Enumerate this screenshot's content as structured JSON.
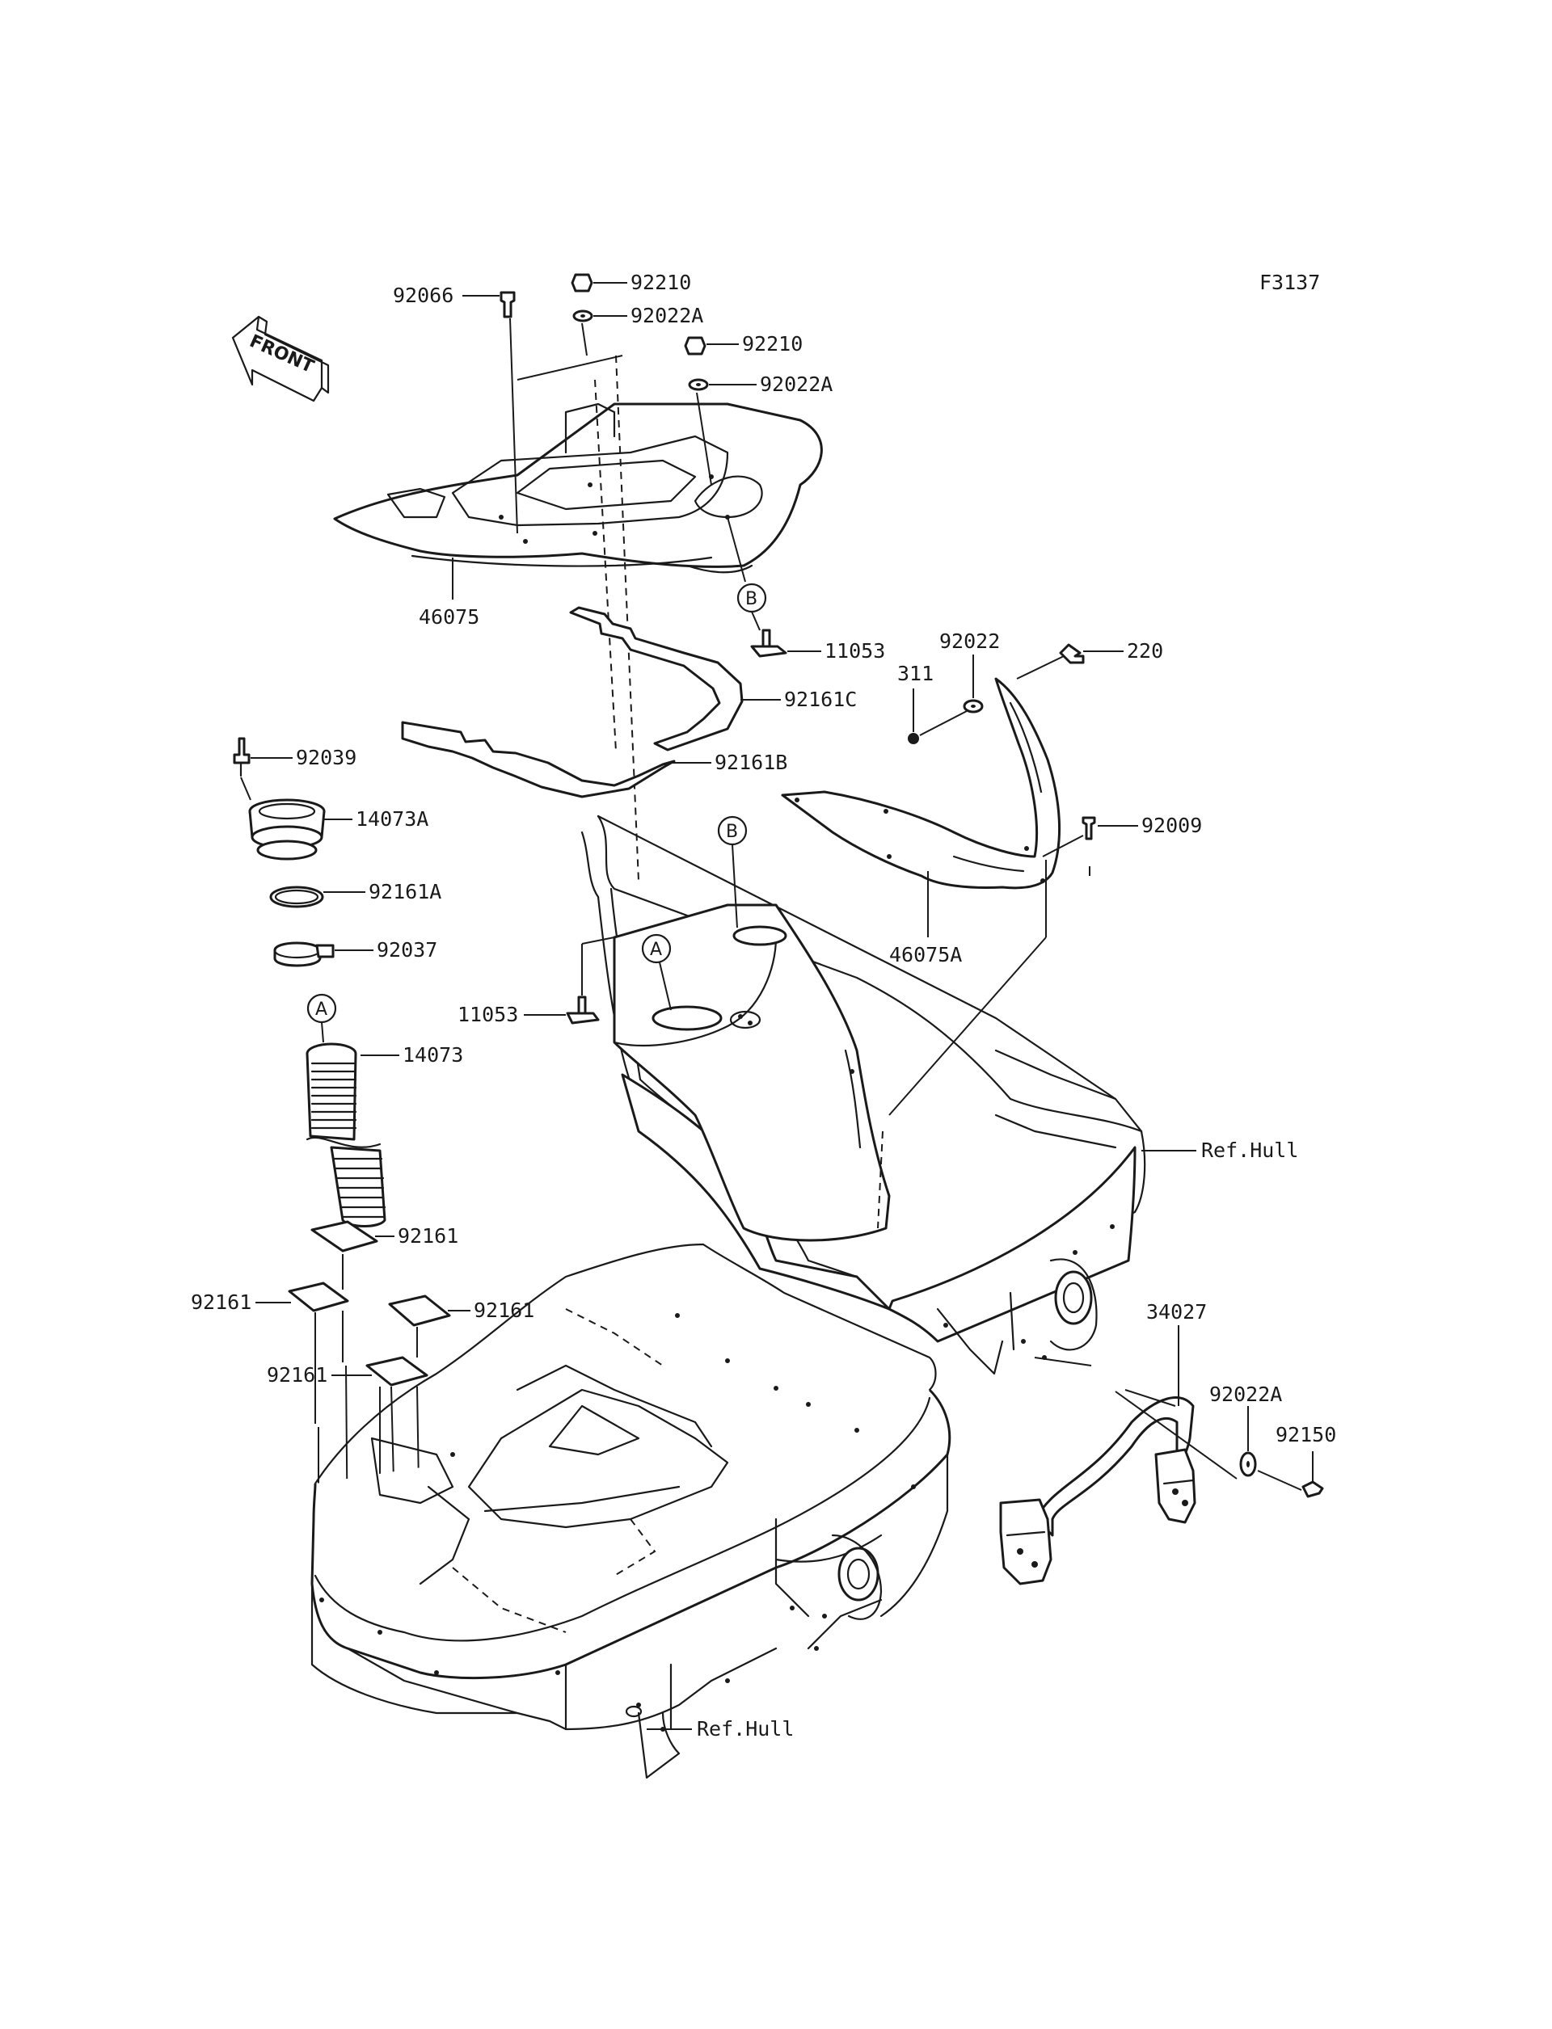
{
  "figure_code": "F3137",
  "direction_label": "FRONT",
  "reference_markers": [
    "A",
    "B"
  ],
  "reference_labels": {
    "hull_top": "Ref.Hull",
    "hull_bottom": "Ref.Hull"
  },
  "callouts": {
    "c92210a": "92210",
    "c92022A_a": "92022A",
    "c92066": "92066",
    "c92210b": "92210",
    "c92022A_b": "92022A",
    "c46075": "46075",
    "c11053a": "11053",
    "c92161C": "92161C",
    "c92161B": "92161B",
    "c92022": "92022",
    "c220": "220",
    "c311": "311",
    "c92009": "92009",
    "c46075A": "46075A",
    "c92039": "92039",
    "c14073A": "14073A",
    "c92161A": "92161A",
    "c92037": "92037",
    "c11053b": "11053",
    "c14073": "14073",
    "c92161_1": "92161",
    "c92161_2": "92161",
    "c92161_3": "92161",
    "c92161_4": "92161",
    "c34027": "34027",
    "c92022A_c": "92022A",
    "c92150": "92150"
  }
}
